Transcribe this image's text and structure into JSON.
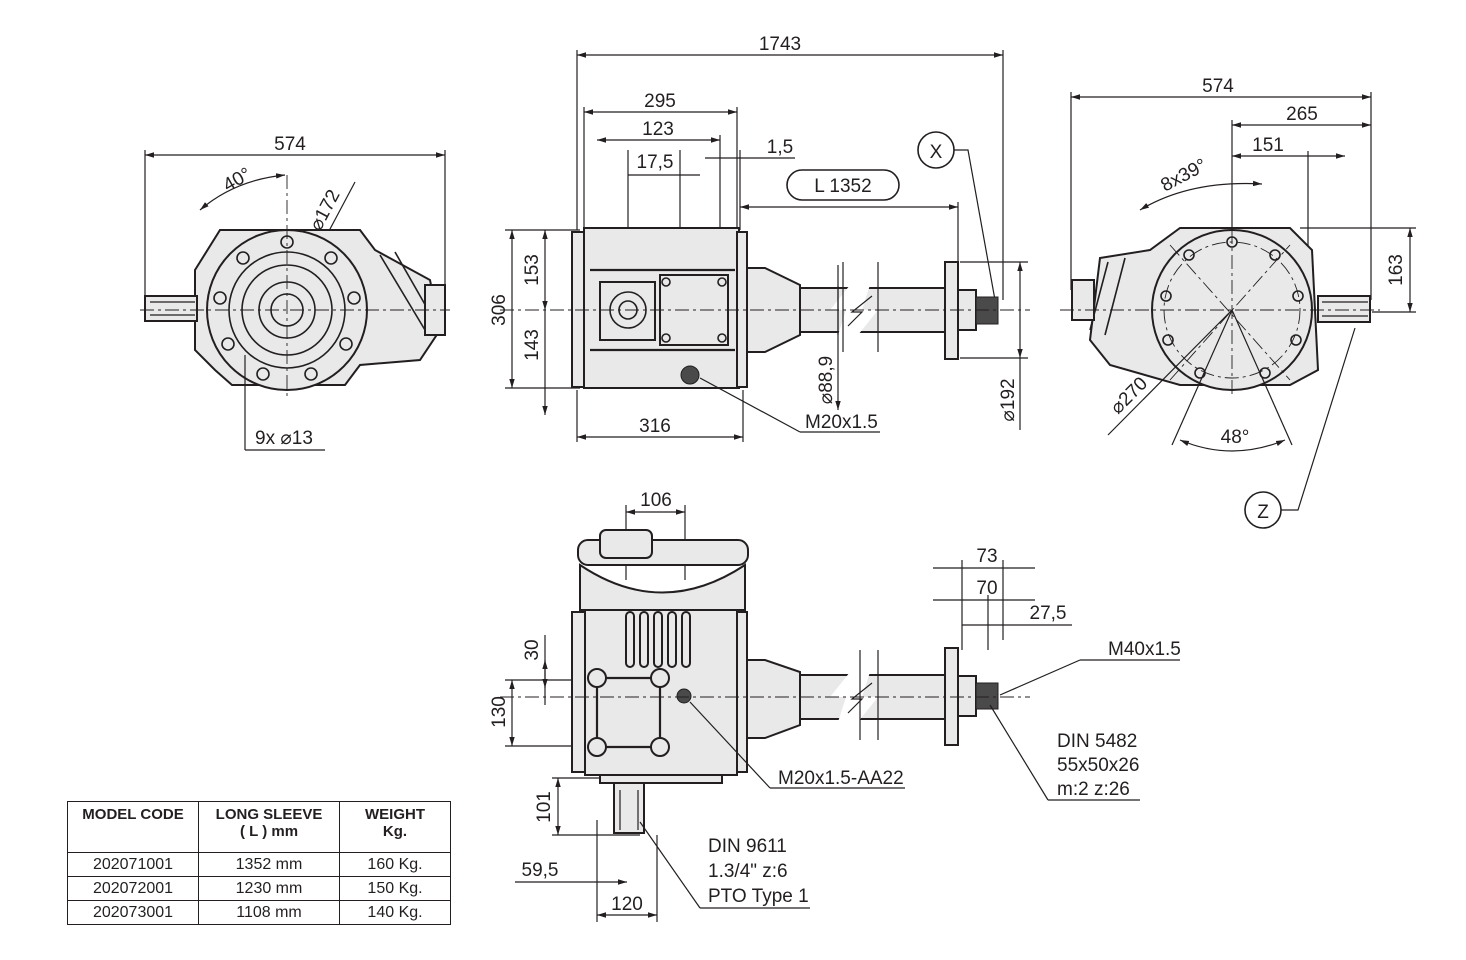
{
  "front_view": {
    "width": "574",
    "angle": "40°",
    "diameter": "172",
    "holes": "9x",
    "hole_diameter": "13"
  },
  "side_view": {
    "overall_length": "1743",
    "housing": "295",
    "d123": "123",
    "d17_5": "17,5",
    "d1_5": "1,5",
    "sleeve_label": "L 1352",
    "detail_x": "X",
    "h306": "306",
    "h153": "153",
    "h143": "143",
    "base316": "316",
    "shaft_d": "88,9",
    "flange_d": "192",
    "drain_plug": "M20x1.5"
  },
  "rear_view": {
    "width": "574",
    "d265": "265",
    "d151": "151",
    "bolt_pattern": "8x39°",
    "h163": "163",
    "pcd": "270",
    "angle": "48°",
    "detail_z": "Z"
  },
  "top_view": {
    "d106": "106",
    "d73": "73",
    "d70": "70",
    "d27_5": "27,5",
    "thread": "M40x1.5",
    "h30": "30",
    "h130": "130",
    "h101": "101",
    "d59_5": "59,5",
    "d120": "120",
    "plug": "M20x1.5-AA22",
    "spline_out": [
      "DIN 5482",
      "55x50x26",
      "m:2 z:26"
    ],
    "spline_in": [
      "DIN 9611",
      "1.3/4\" z:6",
      "PTO Type 1"
    ]
  },
  "table": {
    "headers": [
      "MODEL CODE",
      "LONG SLEEVE",
      "( L ) mm",
      "WEIGHT",
      "Kg."
    ],
    "rows": [
      [
        "202071001",
        "1352 mm",
        "160 Kg."
      ],
      [
        "202072001",
        "1230 mm",
        "150 Kg."
      ],
      [
        "202073001",
        "1108 mm",
        "140 Kg."
      ]
    ]
  }
}
